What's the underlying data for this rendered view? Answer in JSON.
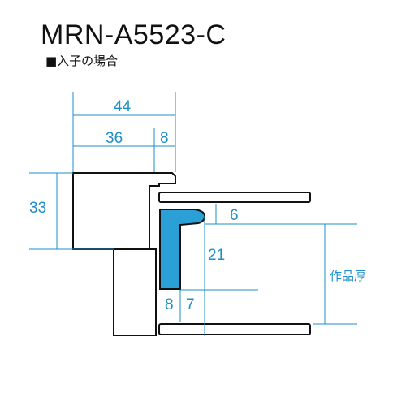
{
  "title": "MRN-A5523-C",
  "subtitle": "■入子の場合",
  "dimensions": {
    "overall_width": "44",
    "inner_width": "36",
    "rebate_width": "8",
    "height": "33",
    "lip": "6",
    "depth": "21",
    "bottom_left": "8",
    "bottom_right": "7",
    "artwork_thickness": "作品厚"
  },
  "colors": {
    "dimension_line": "#1e8fc8",
    "insert_fill": "#2aa0d6",
    "outline": "#111111"
  }
}
